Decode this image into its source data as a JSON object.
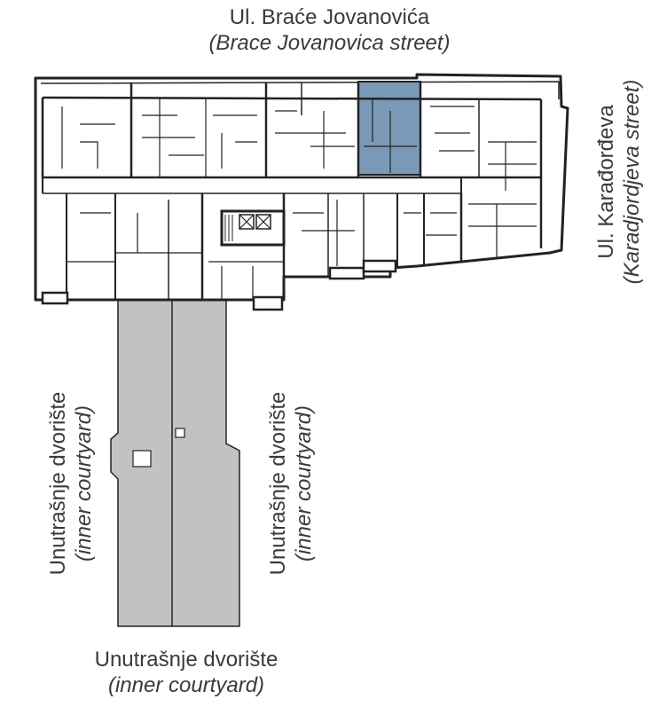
{
  "labels": {
    "top": {
      "name": "Ul. Braće Jovanovića",
      "translation": "(Brace Jovanovica street)"
    },
    "right": {
      "name": "Ul. Karađorđeva",
      "translation": "(Karadjordjeva street)"
    },
    "courtyard_left": {
      "name": "Unutrašnje dvorište",
      "translation": "(inner courtyard)"
    },
    "courtyard_mid": {
      "name": "Unutrašnje dvorište",
      "translation": "(inner courtyard)"
    },
    "courtyard_bottom": {
      "name": "Unutrašnje dvorište",
      "translation": "(inner courtyard)"
    }
  },
  "colors": {
    "highlight_unit": "#7a99b8",
    "courtyard_fill": "#c2c2c2",
    "wall": "#222222"
  }
}
